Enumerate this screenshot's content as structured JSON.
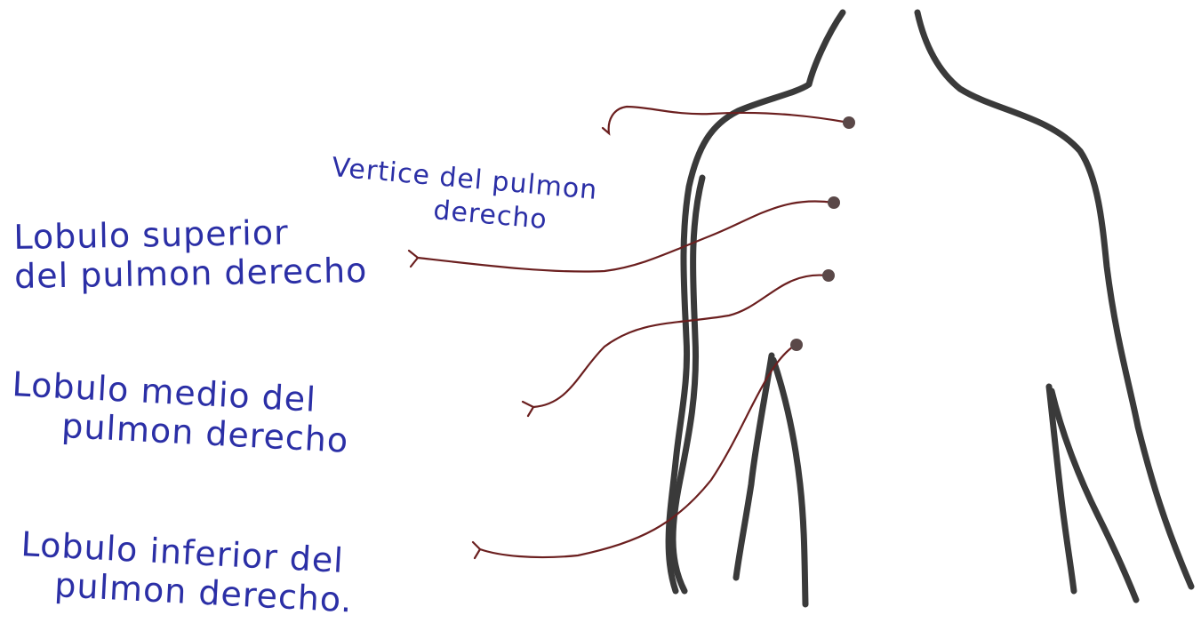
{
  "labels": {
    "vertice": {
      "line1": "Vertice del pulmon",
      "line2": "derecho"
    },
    "superior": {
      "line1": "Lobulo superior",
      "line2": "del pulmon derecho"
    },
    "medio": {
      "line1": "Lobulo medio del",
      "line2": "pulmon derecho"
    },
    "inferior": {
      "line1": "Lobulo inferior del",
      "line2": "pulmon derecho."
    }
  },
  "colors": {
    "text": "#2b2fa6",
    "outline": "#3a3a3a",
    "pointer": "#6b1f1f",
    "dot": "#5a4848",
    "background": "#ffffff"
  }
}
